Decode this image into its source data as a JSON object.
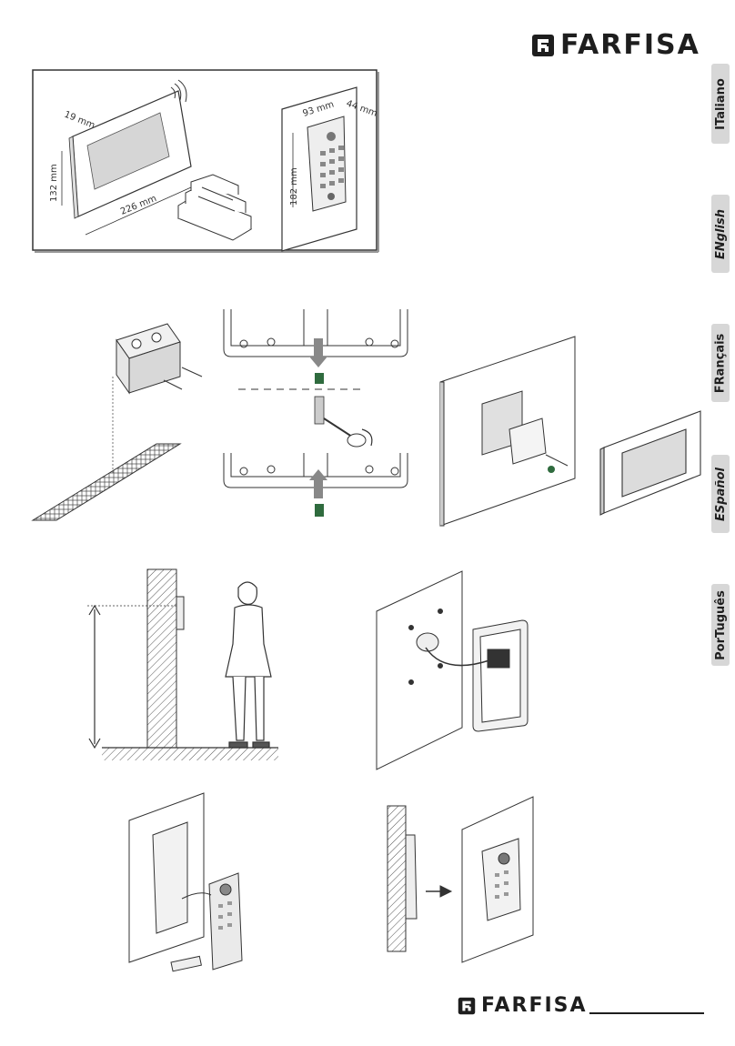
{
  "brand": {
    "name": "FARFISA",
    "color": "#1e1e1e"
  },
  "languages": [
    {
      "label": "ITaliano"
    },
    {
      "label": "ENglish"
    },
    {
      "label": "FRançais"
    },
    {
      "label": "ESpañol"
    },
    {
      "label": "PorTuguês"
    }
  ],
  "dimensions": {
    "monitor_depth": "19 mm",
    "monitor_height": "132 mm",
    "monitor_width": "226 mm",
    "panel_width": "93 mm",
    "panel_height": "182 mm",
    "panel_depth": "44 mm"
  },
  "icons": [
    "farfisa-logo-icon",
    "wifi-icon",
    "arrow-icon"
  ]
}
